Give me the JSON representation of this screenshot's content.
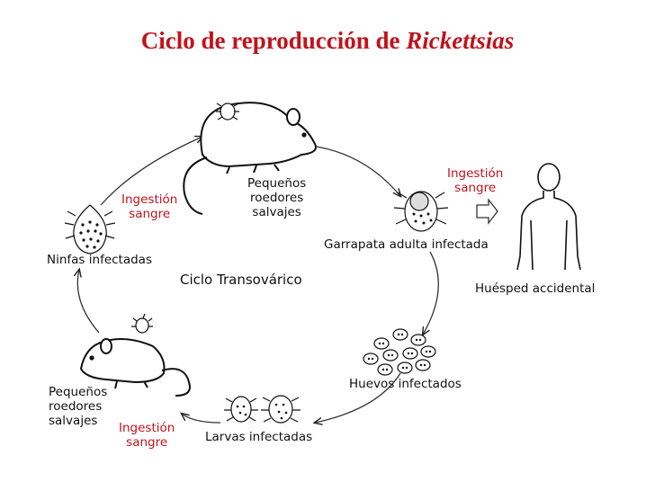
{
  "title": {
    "text": "Ciclo de reproducción de ",
    "italic": "Rickettsias",
    "color": "#c0131b"
  },
  "labels": {
    "center": "Ciclo  Transovárico",
    "top_rodent": [
      "Pequeños",
      "roedores",
      "salvajes"
    ],
    "top_ingestion": [
      "Ingestión",
      "sangre"
    ],
    "nymphs": "Ninfas infectadas",
    "adult_tick": "Garrapata adulta infectada",
    "human_ingestion": [
      "Ingestión",
      "sangre"
    ],
    "host": "Huésped accidental",
    "eggs": "Huevos infectados",
    "larvae": "Larvas infectadas",
    "bottom_ingestion": [
      "Ingestión",
      "sangre"
    ],
    "bottom_rodent": [
      "Pequeños",
      "roedores",
      "salvajes"
    ]
  },
  "colors": {
    "ink": "#111111",
    "accent_red": "#c0131b"
  }
}
